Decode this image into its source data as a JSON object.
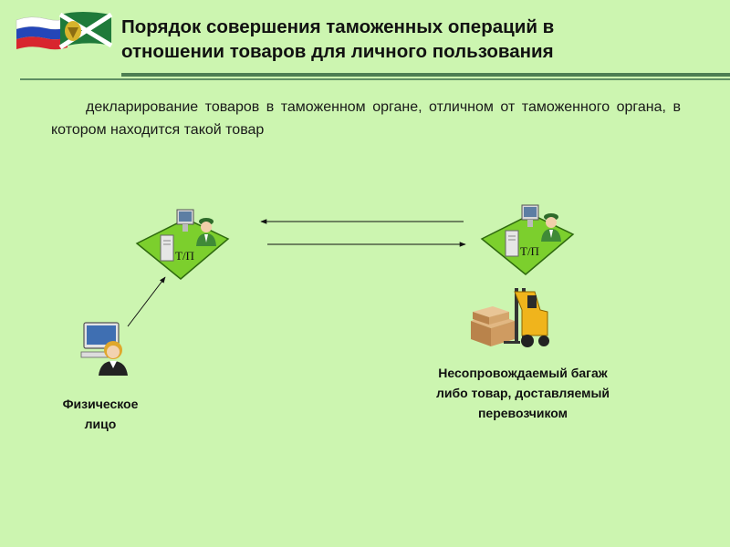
{
  "header": {
    "title_line1": "Порядок совершения таможенных операций в",
    "title_line2": "отношении товаров для личного пользования"
  },
  "body": {
    "paragraph": "декларирование товаров в таможенном органе, отличном от таможенного органа, в котором находится такой товар"
  },
  "diagram": {
    "post_left_label": "Т/П",
    "post_right_label": "Т/П",
    "person_line1": "Физическое",
    "person_line2": "лицо",
    "cargo_line1": "Несопровождаемый багаж",
    "cargo_line2": "либо товар, доставляемый",
    "cargo_line3": "перевозчиком"
  },
  "icons": [
    "flag-russia-icon",
    "flag-customs-icon",
    "customs-post-icon",
    "computer-icon",
    "officer-icon",
    "person-at-computer-icon",
    "forklift-icon",
    "cargo-boxes-icon"
  ],
  "colors": {
    "background": "#ccf5b0",
    "rule": "#4d7e52",
    "diamond": "#7ccf2d"
  }
}
